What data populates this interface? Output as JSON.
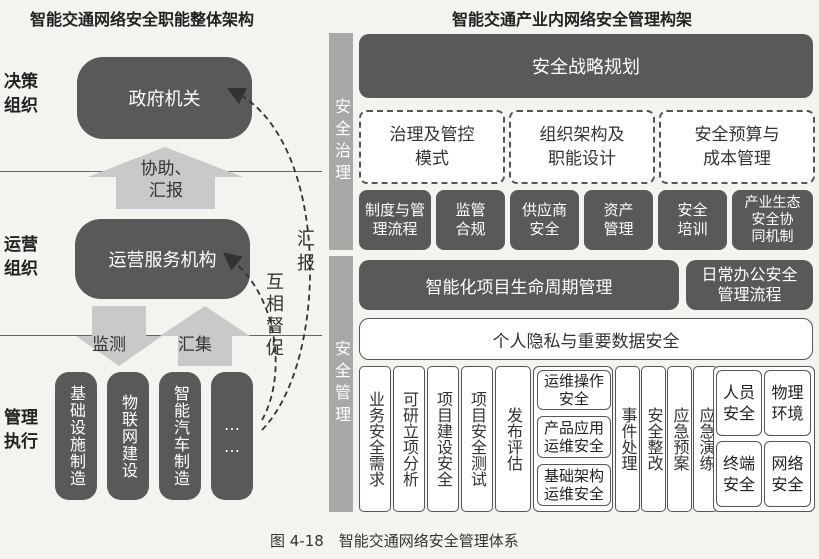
{
  "left": {
    "title": "智能交通网络安全职能整体架构",
    "levels": {
      "decision": "决策\n组织",
      "operation": "运营\n组织",
      "management": "管理\n执行"
    },
    "government": "政府机关",
    "assist_arrow": "协助、\n汇报",
    "service": "运营服务机构",
    "monitor_arrow": "监测",
    "collect_arrow": "汇集",
    "report_label": "汇\n报",
    "mutual_label": "互\n相\n督\n促",
    "bottom_items": [
      "基础设施制造",
      "物联网建设",
      "智能汽车制造",
      "…\n…"
    ]
  },
  "right": {
    "title": "智能交通产业内网络安全管理构架",
    "governance_label": "安全治理",
    "management_label": "安全管理",
    "strategy": "安全战略规划",
    "dashed": [
      "治理及管控\n模式",
      "组织架构及\n职能设计",
      "安全预算与\n成本管理"
    ],
    "small_row": [
      "制度与管\n理流程",
      "监管\n合规",
      "供应商\n安全",
      "资产\n管理",
      "安全\n培训",
      "产业生态\n安全协\n同机制"
    ],
    "lifecycle": "智能化项目生命周期管理",
    "daily": "日常办公安全\n管理流程",
    "privacy": "个人隐私与重要数据安全",
    "columns": [
      "业务安全需求",
      "可研立项分析",
      "项目建设安全",
      "项目安全测试",
      "发布评估"
    ],
    "ops_group": [
      "运维操作\n安全",
      "产品应用\n运维安全",
      "基础架构\n运维安全"
    ],
    "columns2": [
      "事件处理",
      "安全整改",
      "应急预案",
      "应急演练"
    ],
    "grid": [
      "人员\n安全",
      "物理\n环境",
      "终端\n安全",
      "网络\n安全"
    ]
  },
  "caption": "图 4-18　智能交通网络安全管理体系"
}
